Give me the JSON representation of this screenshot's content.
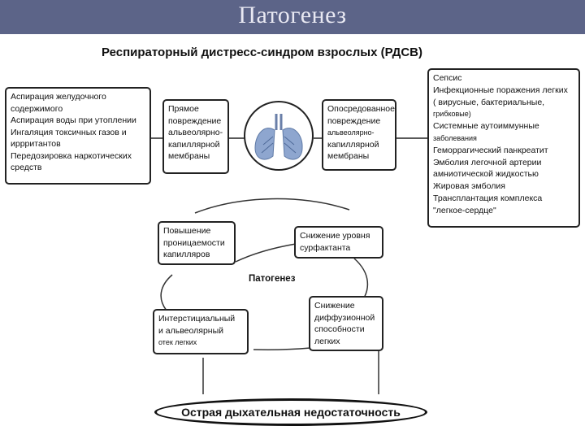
{
  "slide": {
    "title": "Патогенез"
  },
  "diagram": {
    "title": "Респираторный дистресс-синдром взрослых (РДСВ)",
    "left_causes": [
      "Аспирация желудочного",
      "содержимого",
      "Аспирация воды при утоплении",
      "Ингаляция токсичных газов и",
      "иррритантов",
      "Передозировка наркотических",
      "средств"
    ],
    "direct_damage": [
      "Прямое",
      "повреждение",
      "альвеолярно-",
      "капиллярной",
      "мембраны"
    ],
    "indirect_damage": [
      "Опосредованное",
      "повреждение",
      "альвеолярно-",
      "капиллярной",
      "мембраны"
    ],
    "right_causes": [
      "Сепсис",
      "Инфекционные поражения легких",
      "( вирусные, бактериальные,",
      "грибковые)",
      "Системные аутоиммунные",
      "заболевания",
      "Геморрагический панкреатит",
      "Эмболия легочной артерии",
      "амниотической жидкостью",
      "Жировая эмболия",
      "Трансплантация комплекса",
      "\"легкое-сердце\""
    ],
    "center_label": "Патогенез",
    "cycle": {
      "permeability": [
        "Повышение",
        "проницаемости",
        "капилляров"
      ],
      "surfactant": [
        "Снижение уровня",
        "сурфактанта"
      ],
      "edema": [
        "Интерстициальный",
        "и альвеолярный",
        "отек легких"
      ],
      "diffusion": [
        "Снижение",
        "диффузионной",
        "способности",
        "легких"
      ]
    },
    "outcome": "Острая дыхательная недостаточность",
    "icons": {
      "lungs": "lungs-icon"
    }
  }
}
